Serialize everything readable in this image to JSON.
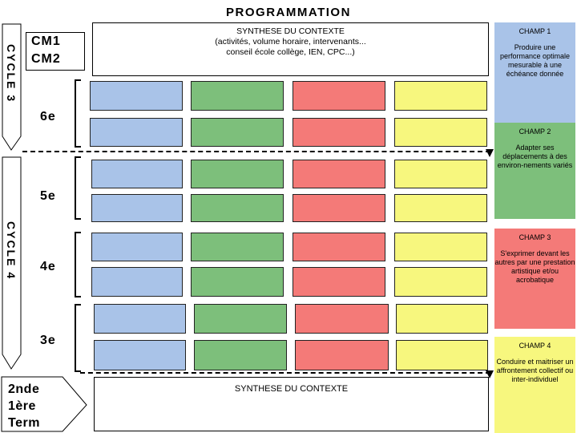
{
  "title": "PROGRAMMATION",
  "cycles": {
    "cycle3": "CYCLE 3",
    "cycle4": "CYCLE 4"
  },
  "levels": {
    "cm": [
      "CM1",
      "CM2"
    ],
    "sixieme": "6e",
    "cinquieme": "5e",
    "quatrieme": "4e",
    "troisieme": "3e",
    "lycee": [
      "2nde",
      "1ère",
      "Term"
    ]
  },
  "synthese_top": {
    "title": "SYNTHESE DU CONTEXTE",
    "line1": "(activités, volume horaire, intervenants...",
    "line2": "conseil école collège, IEN, CPC...)"
  },
  "synthese_bottom": "SYNTHESE DU CONTEXTE",
  "champs": [
    {
      "title": "CHAMP 1",
      "text": "Produire une performance optimale mesurable à une échéance donnée",
      "color": "#a9c3e8"
    },
    {
      "title": "CHAMP 2",
      "text": "Adapter ses déplacements à des environ-nements variés",
      "color": "#7dbf7b"
    },
    {
      "title": "CHAMP 3",
      "text": "S'exprimer devant les autres par une prestation artistique et/ou acrobatique",
      "color": "#f47a78"
    },
    {
      "title": "CHAMP 4",
      "text": "Conduire et maitriser un affrontement collectif ou inter-individuel",
      "color": "#f7f77e"
    }
  ]
}
